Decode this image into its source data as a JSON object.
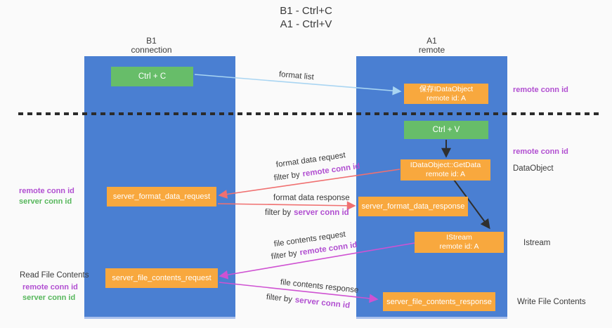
{
  "title": {
    "line1": "B1 - Ctrl+C",
    "line2": "A1 - Ctrl+V"
  },
  "lifelines": {
    "left": {
      "name": "B1",
      "role": "connection"
    },
    "right": {
      "name": "A1",
      "role": "remote"
    }
  },
  "boxes": {
    "ctrl_c": "Ctrl + C",
    "ctrl_v": "Ctrl + V",
    "save_dataobject": {
      "line1": "保存IDataObject",
      "line2": "remote id: A"
    },
    "getdata": {
      "line1": "IDataObject::GetData",
      "line2": "remote id: A"
    },
    "istream": {
      "line1": "IStream",
      "line2": "remote id: A"
    },
    "server_format_data_request": "server_format_data_request",
    "server_format_data_response": "server_format_data_response",
    "server_file_contents_request": "server_file_contents_request",
    "server_file_contents_response": "server_file_contents_response"
  },
  "arrow_labels": {
    "format_list": "format list",
    "format_data_request": "format data request",
    "format_data_response": "format data response",
    "file_contents_request": "file contents request",
    "file_contents_response": "file contents response",
    "filter_by": "filter by",
    "remote_conn_id": "remote conn id",
    "server_conn_id": "server conn id"
  },
  "side_labels": {
    "remote_conn_id": "remote conn id",
    "server_conn_id": "server conn id",
    "dataobject": "DataObject",
    "istream": "Istream",
    "read_file_contents": "Read File Contents",
    "write_file_contents": "Write File Contents"
  },
  "colors": {
    "lifeline_blue": "#4a7fd2",
    "box_orange": "#f8a83e",
    "box_green": "#67bd69",
    "accent_purple": "#b14fd1",
    "accent_green": "#57b75c",
    "arrow_blue": "#a9d5f2",
    "arrow_red": "#f07070",
    "arrow_magenta": "#cf52d2",
    "arrow_black": "#2f2f2f"
  }
}
